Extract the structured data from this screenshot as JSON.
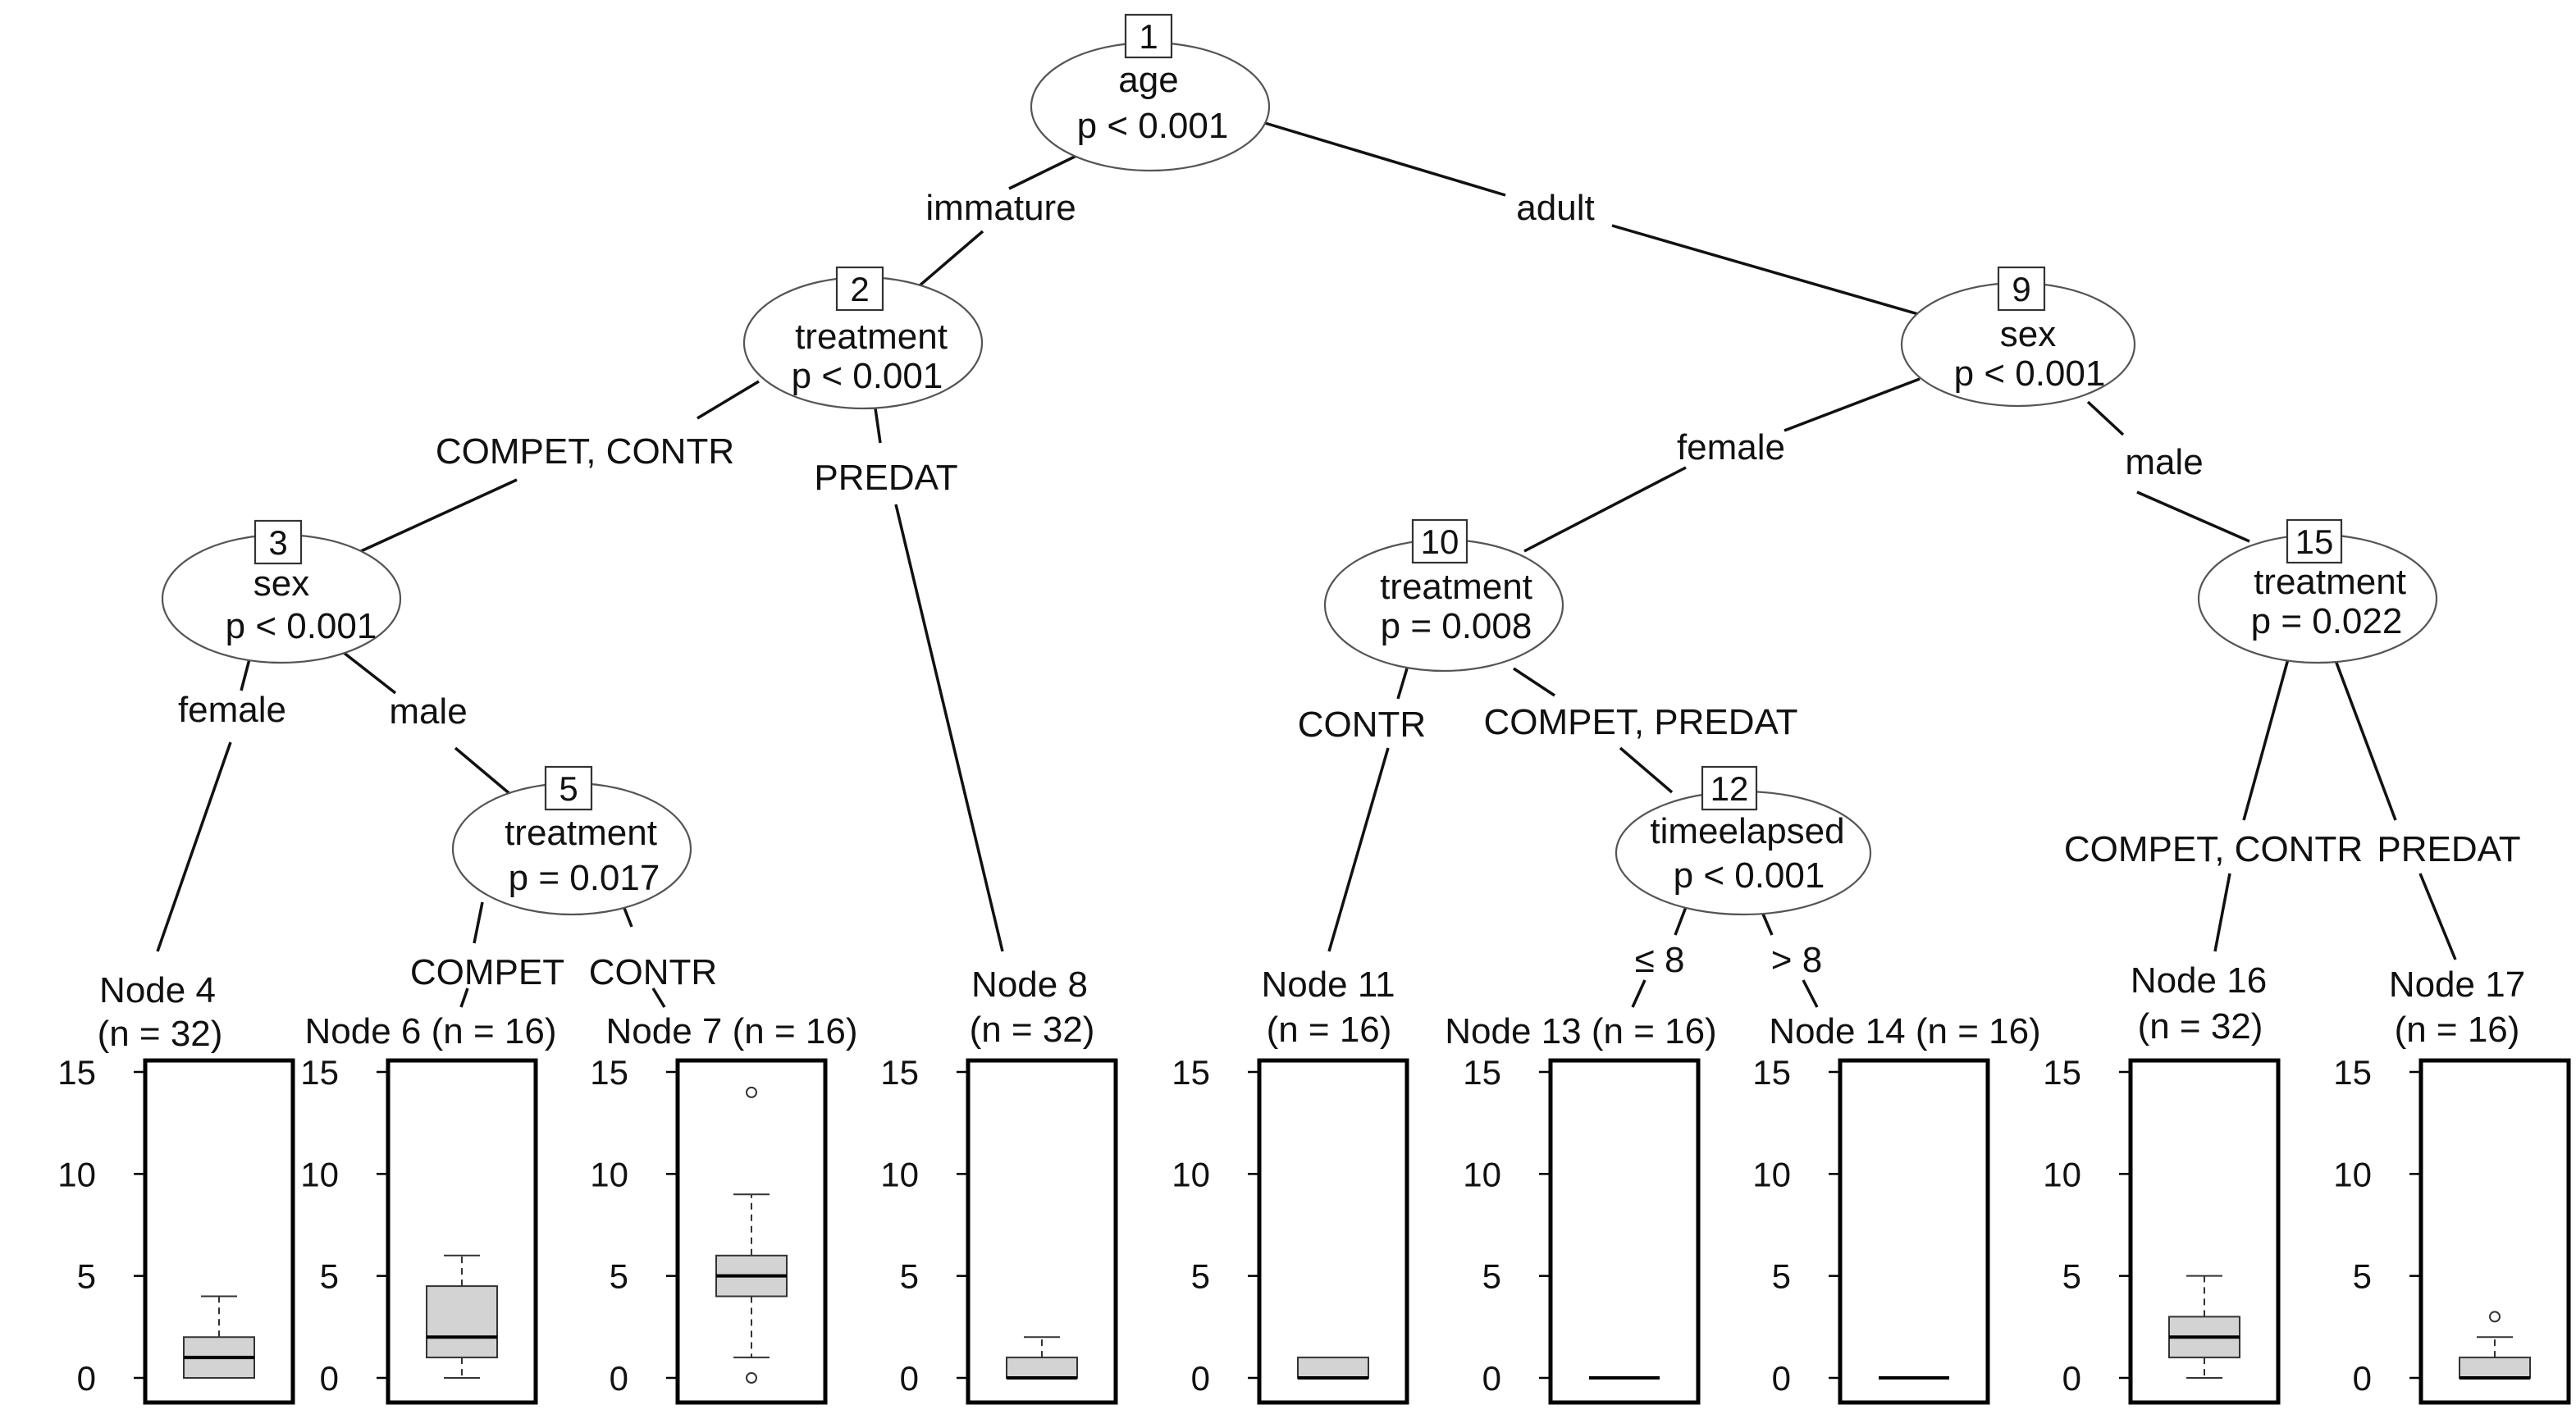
{
  "inner_nodes": [
    {
      "id": "1",
      "variable": "age",
      "pvalue": "p < 0.001"
    },
    {
      "id": "2",
      "variable": "treatment",
      "pvalue": "p < 0.001"
    },
    {
      "id": "3",
      "variable": "sex",
      "pvalue": "p < 0.001"
    },
    {
      "id": "5",
      "variable": "treatment",
      "pvalue": "p = 0.017"
    },
    {
      "id": "9",
      "variable": "sex",
      "pvalue": "p < 0.001"
    },
    {
      "id": "10",
      "variable": "treatment",
      "pvalue": "p = 0.008"
    },
    {
      "id": "12",
      "variable": "timeelapsed",
      "pvalue": "p < 0.001"
    },
    {
      "id": "15",
      "variable": "treatment",
      "pvalue": "p = 0.022"
    }
  ],
  "edges": [
    {
      "from": "1",
      "to": "2",
      "label": "immature"
    },
    {
      "from": "1",
      "to": "9",
      "label": "adult"
    },
    {
      "from": "2",
      "to": "3",
      "label": "COMPET, CONTR"
    },
    {
      "from": "2",
      "to": "8",
      "label": "PREDAT"
    },
    {
      "from": "3",
      "to": "4",
      "label": "female"
    },
    {
      "from": "3",
      "to": "5",
      "label": "male"
    },
    {
      "from": "5",
      "to": "6",
      "label": "COMPET"
    },
    {
      "from": "5",
      "to": "7",
      "label": "CONTR"
    },
    {
      "from": "9",
      "to": "10",
      "label": "female"
    },
    {
      "from": "9",
      "to": "15",
      "label": "male"
    },
    {
      "from": "10",
      "to": "11",
      "label": "CONTR"
    },
    {
      "from": "10",
      "to": "12",
      "label": "COMPET, PREDAT"
    },
    {
      "from": "12",
      "to": "13",
      "label": "≤ 8"
    },
    {
      "from": "12",
      "to": "14",
      "label": "> 8"
    },
    {
      "from": "15",
      "to": "16",
      "label": "COMPET, CONTR"
    },
    {
      "from": "15",
      "to": "17",
      "label": "PREDAT"
    }
  ],
  "terminal_nodes": [
    {
      "id": "4",
      "title": "Node 4",
      "n": "(n = 32)",
      "box": {
        "lower_whisker": 0,
        "q1": 0,
        "median": 1,
        "q3": 2,
        "upper_whisker": 4,
        "outliers": []
      }
    },
    {
      "id": "6",
      "title": "Node 6 (n = 16)",
      "box": {
        "lower_whisker": 0,
        "q1": 1,
        "median": 2,
        "q3": 4.5,
        "upper_whisker": 6,
        "outliers": []
      }
    },
    {
      "id": "7",
      "title": "Node 7 (n = 16)",
      "box": {
        "lower_whisker": 1,
        "q1": 4,
        "median": 5,
        "q3": 6,
        "upper_whisker": 9,
        "outliers": [
          0,
          14
        ]
      }
    },
    {
      "id": "8",
      "title": "Node 8",
      "n": "(n = 32)",
      "box": {
        "lower_whisker": 0,
        "q1": 0,
        "median": 0,
        "q3": 1,
        "upper_whisker": 2,
        "outliers": []
      }
    },
    {
      "id": "11",
      "title": "Node 11",
      "n": "(n = 16)",
      "box": {
        "lower_whisker": 0,
        "q1": 0,
        "median": 0,
        "q3": 1,
        "upper_whisker": 1,
        "outliers": []
      }
    },
    {
      "id": "13",
      "title": "Node 13 (n = 16)",
      "box": {
        "lower_whisker": 0,
        "q1": 0,
        "median": 0,
        "q3": 0,
        "upper_whisker": 0,
        "outliers": []
      }
    },
    {
      "id": "14",
      "title": "Node 14 (n = 16)",
      "box": {
        "lower_whisker": 0,
        "q1": 0,
        "median": 0,
        "q3": 0,
        "upper_whisker": 0,
        "outliers": []
      }
    },
    {
      "id": "16",
      "title": "Node 16",
      "n": "(n = 32)",
      "box": {
        "lower_whisker": 0,
        "q1": 1,
        "median": 2,
        "q3": 3,
        "upper_whisker": 5,
        "outliers": []
      }
    },
    {
      "id": "17",
      "title": "Node 17",
      "n": "(n = 16)",
      "box": {
        "lower_whisker": 0,
        "q1": 0,
        "median": 0,
        "q3": 1,
        "upper_whisker": 2,
        "outliers": [
          3
        ]
      }
    }
  ],
  "y_axis": {
    "min": 0,
    "max": 15,
    "ticks": [
      "0",
      "5",
      "10",
      "15"
    ]
  },
  "colors": {
    "box_fill": "#d3d3d3",
    "lines": "#111111"
  }
}
